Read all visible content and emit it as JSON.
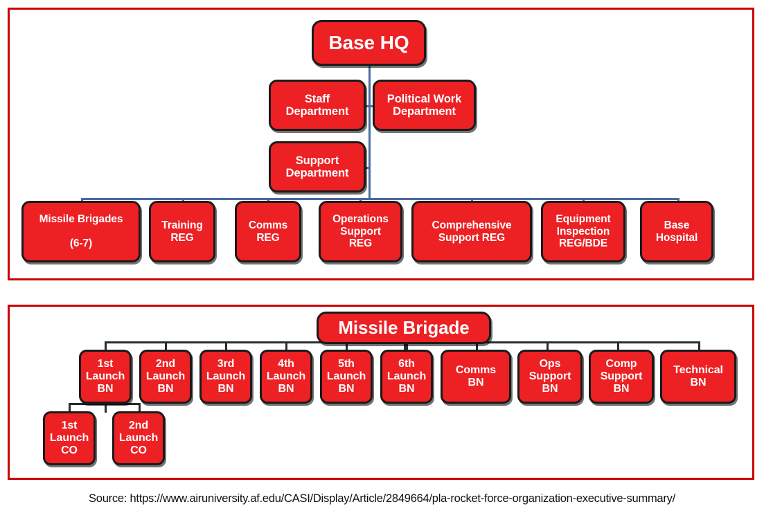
{
  "charts": [
    {
      "id": "base-hq-org-chart",
      "root": {
        "label": "Base HQ"
      },
      "departments": [
        {
          "label": "Staff\nDepartment"
        },
        {
          "label": "Political Work\nDepartment"
        },
        {
          "label": "Support\nDepartment"
        }
      ],
      "units": [
        {
          "label": "Missile Brigades\n\n(6-7)"
        },
        {
          "label": "Training\nREG"
        },
        {
          "label": "Comms\nREG"
        },
        {
          "label": "Operations\nSupport\nREG"
        },
        {
          "label": "Comprehensive\nSupport REG"
        },
        {
          "label": "Equipment\nInspection\nREG/BDE"
        },
        {
          "label": "Base\nHospital"
        }
      ]
    },
    {
      "id": "missile-brigade-org-chart",
      "root": {
        "label": "Missile Brigade"
      },
      "battalions": [
        {
          "label": "1st\nLaunch\nBN"
        },
        {
          "label": "2nd\nLaunch\nBN"
        },
        {
          "label": "3rd\nLaunch\nBN"
        },
        {
          "label": "4th\nLaunch\nBN"
        },
        {
          "label": "5th\nLaunch\nBN"
        },
        {
          "label": "6th\nLaunch\nBN"
        },
        {
          "label": "Comms\nBN"
        },
        {
          "label": "Ops\nSupport\nBN"
        },
        {
          "label": "Comp\nSupport\nBN"
        },
        {
          "label": "Technical\nBN"
        }
      ],
      "companies": [
        {
          "label": "1st\nLaunch\nCO"
        },
        {
          "label": "2nd\nLaunch\nCO"
        }
      ]
    }
  ],
  "source": {
    "text": "Source: https://www.airuniversity.af.edu/CASI/Display/Article/2849664/pla-rocket-force-organization-executive-summary/"
  },
  "colors": {
    "node_fill": "#ED2024",
    "node_border": "#1A1A1A",
    "panel_border": "#CC0000",
    "connector_chart1": "#4A6A9E",
    "connector_chart2": "#2B2B2B",
    "text": "#FFFFFF"
  }
}
